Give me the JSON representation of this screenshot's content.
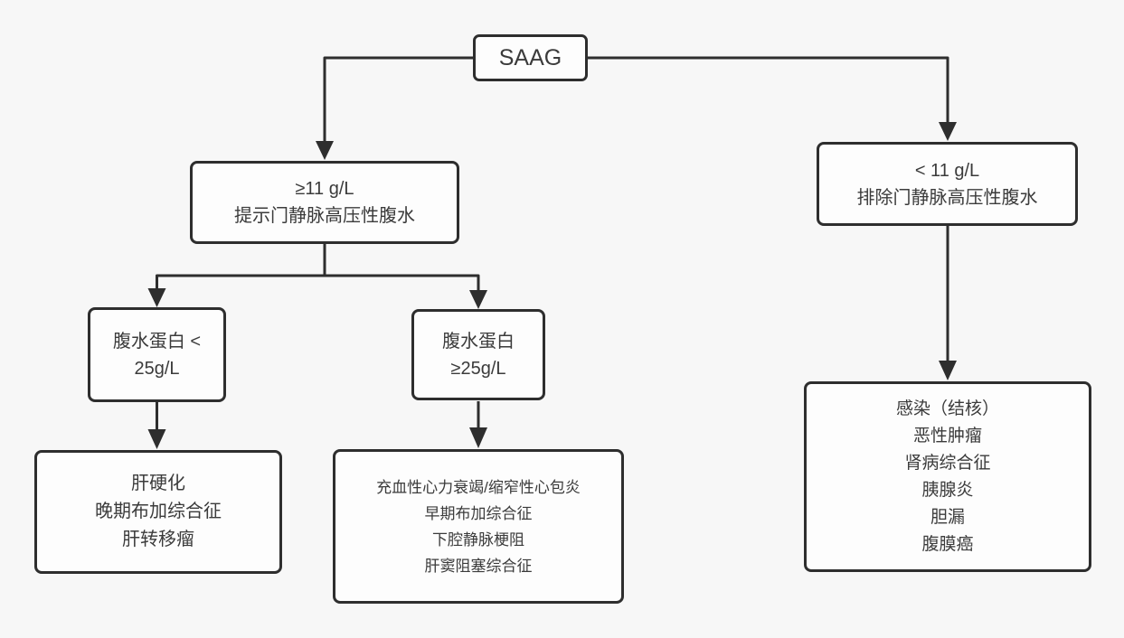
{
  "diagram": {
    "type": "flowchart",
    "nodes": {
      "saag": {
        "lines": [
          "SAAG"
        ]
      },
      "high_saag": {
        "lines": [
          "≥11 g/L",
          "提示门静脉高压性腹水"
        ]
      },
      "low_saag": {
        "lines": [
          "< 11 g/L",
          "排除门静脉高压性腹水"
        ]
      },
      "low_protein": {
        "lines": [
          "腹水蛋白 <",
          "25g/L"
        ]
      },
      "high_protein": {
        "lines": [
          "腹水蛋白",
          "≥25g/L"
        ]
      },
      "portal_low_protein_causes": {
        "lines": [
          "肝硬化",
          "晚期布加综合征",
          "肝转移瘤"
        ]
      },
      "portal_high_protein_causes": {
        "lines": [
          "充血性心力衰竭/缩窄性心包炎",
          "早期布加综合征",
          "下腔静脉梗阻",
          "肝窦阻塞综合征"
        ]
      },
      "non_portal_causes": {
        "lines": [
          "感染（结核）",
          "恶性肿瘤",
          "肾病综合征",
          "胰腺炎",
          "胆漏",
          "腹膜癌"
        ]
      }
    },
    "edges": [
      {
        "from": "saag",
        "to": "high_saag"
      },
      {
        "from": "saag",
        "to": "low_saag"
      },
      {
        "from": "high_saag",
        "to": "low_protein"
      },
      {
        "from": "high_saag",
        "to": "high_protein"
      },
      {
        "from": "low_protein",
        "to": "portal_low_protein_causes"
      },
      {
        "from": "high_protein",
        "to": "portal_high_protein_causes"
      },
      {
        "from": "low_saag",
        "to": "non_portal_causes"
      }
    ],
    "colors": {
      "background": "#f7f7f7",
      "box_fill": "#fdfdfd",
      "box_border": "#2e2e2e",
      "connector": "#2e2e2e",
      "text": "#3b3b3b"
    }
  }
}
